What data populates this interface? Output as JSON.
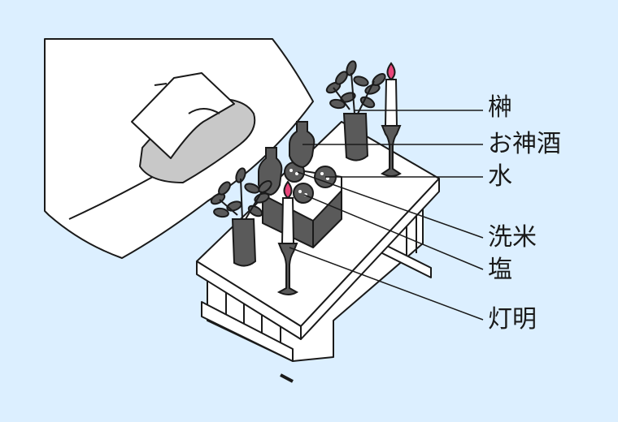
{
  "diagram": {
    "labels": [
      {
        "id": "sakaki",
        "text": "榊"
      },
      {
        "id": "omiki",
        "text": "お神酒"
      },
      {
        "id": "mizu",
        "text": "水"
      },
      {
        "id": "senmai",
        "text": "洗米"
      },
      {
        "id": "shio",
        "text": "塩"
      },
      {
        "id": "toumyou",
        "text": "灯明"
      }
    ]
  },
  "colors": {
    "background": "#dcefff",
    "outline": "#1a1a1a",
    "object_fill": "#5a5a5a",
    "flame": "#e8457a",
    "white": "#ffffff",
    "light_gray": "#c8c8c8"
  }
}
